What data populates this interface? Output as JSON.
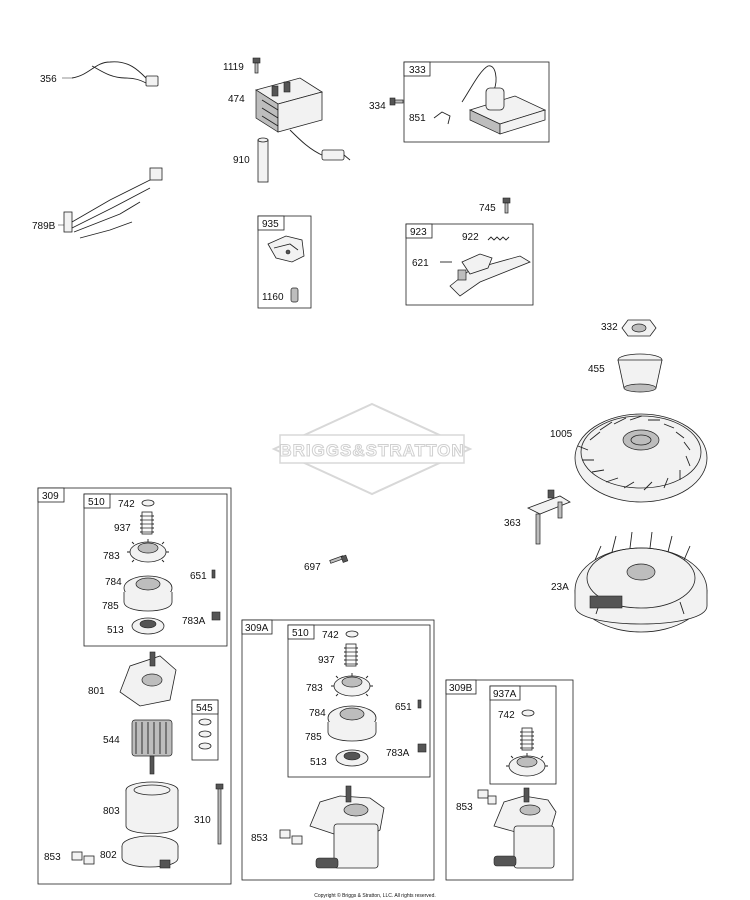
{
  "watermark": "BRIGGS&STRATTON",
  "copyright": "Copyright © Briggs & Stratton, LLC. All rights reserved.",
  "labels": {
    "p356": "356",
    "p789B": "789B",
    "p1119": "1119",
    "p474": "474",
    "p910": "910",
    "p334": "334",
    "p851": "851",
    "p745": "745",
    "p922": "922",
    "p621": "621",
    "p1160": "1160",
    "p332": "332",
    "p455": "455",
    "p1005": "1005",
    "p363": "363",
    "p23A": "23A",
    "p697": "697",
    "a742": "742",
    "a937": "937",
    "a783": "783",
    "a784": "784",
    "a785": "785",
    "a513": "513",
    "a651": "651",
    "a783A": "783A",
    "a801": "801",
    "a544": "544",
    "a803": "803",
    "a310": "310",
    "a853": "853",
    "a802": "802",
    "b742": "742",
    "b937": "937",
    "b783": "783",
    "b784": "784",
    "b785": "785",
    "b513": "513",
    "b651": "651",
    "b783A": "783A",
    "b853": "853",
    "c742": "742",
    "c853": "853"
  },
  "boxes": {
    "b333": "333",
    "b935": "935",
    "b923": "923",
    "b309": "309",
    "b510a": "510",
    "b545": "545",
    "b309A": "309A",
    "b510b": "510",
    "b309B": "309B",
    "b937A": "937A"
  }
}
